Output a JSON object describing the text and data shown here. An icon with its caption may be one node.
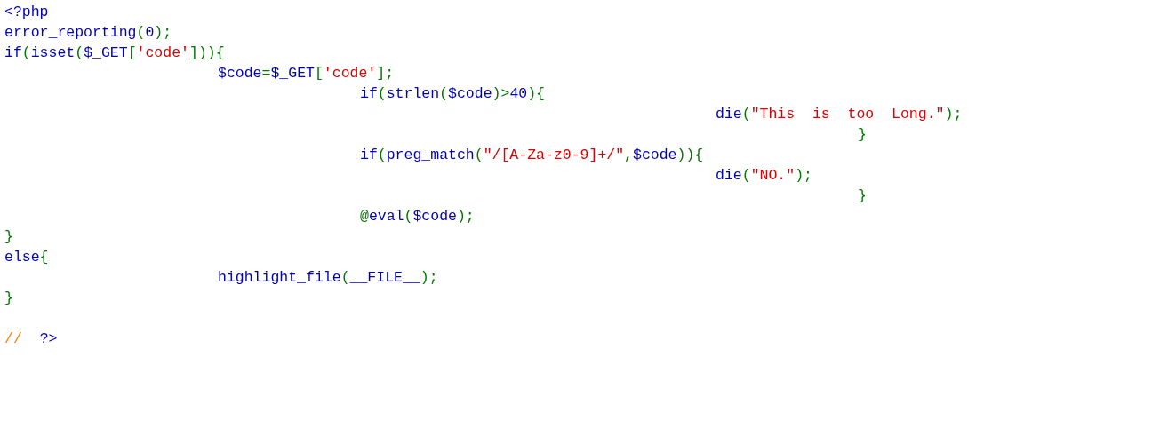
{
  "diagram": {
    "labels": [
      "<?php",
      "error_reporting(0);",
      "if(isset($_GET['code'])){",
      "$code=$_GET['code'];",
      "if(strlen($code)>40){",
      "die(\"This  is  too  Long.\");",
      "}",
      "if(preg_match(\"/[A-Za-z0-9]+/\",$code)){",
      "die(\"NO.\");",
      "}",
      "@eval($code);",
      "}",
      "else{",
      "highlight_file(__FILE__);",
      "}",
      "//  ?>"
    ]
  }
}
